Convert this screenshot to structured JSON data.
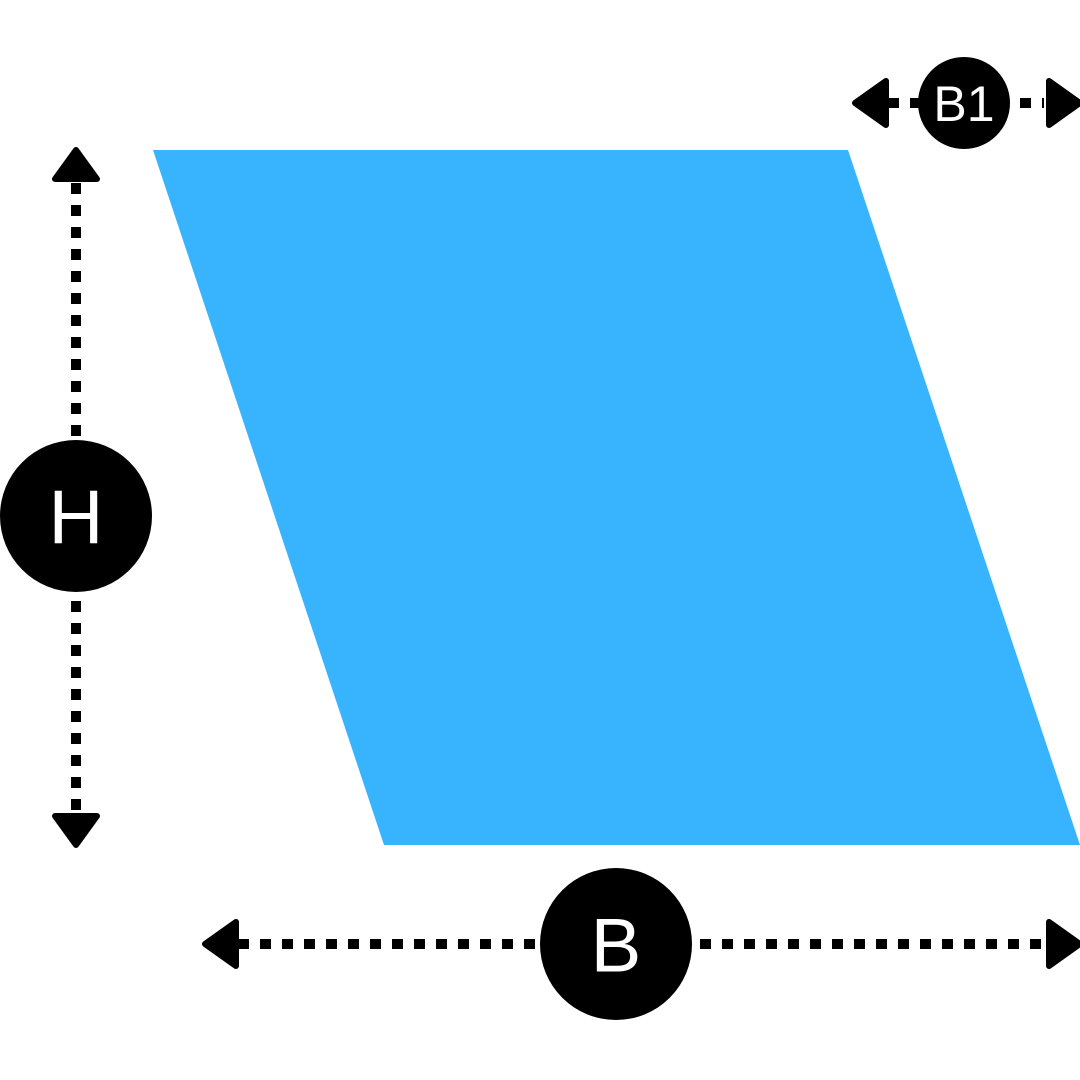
{
  "diagram": {
    "shape": "parallelogram",
    "colors": {
      "shape_fill": "#38B4FE",
      "dimension_line": "#000000",
      "badge_fill": "#000000",
      "badge_text": "#FFFFFF"
    },
    "labels": {
      "height": "H",
      "base": "B",
      "offset": "B1"
    }
  }
}
